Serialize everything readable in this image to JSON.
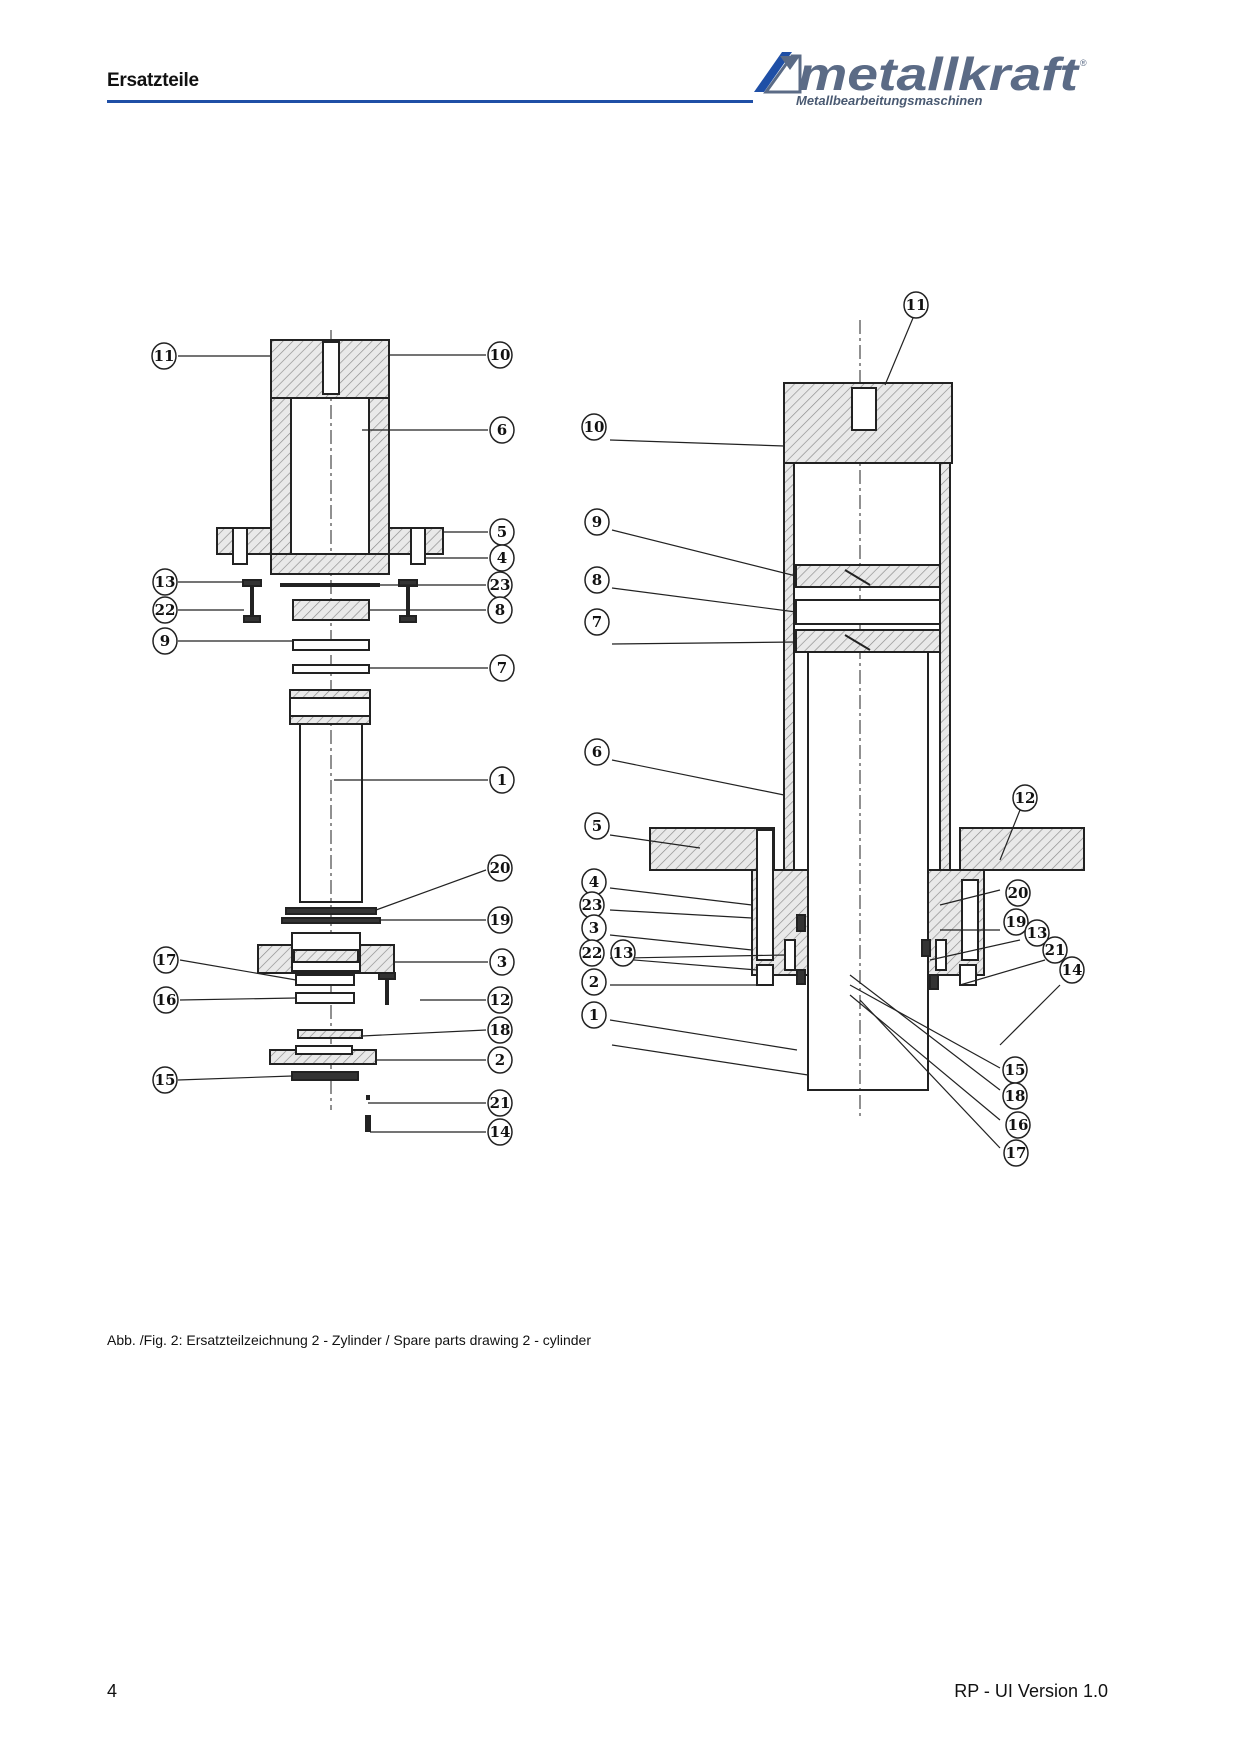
{
  "header": {
    "title": "Ersatzteile",
    "brand_name": "metallkraft",
    "brand_tagline": "Metallbearbeitungsmaschinen"
  },
  "colors": {
    "rule": "#1f4fa6",
    "logo_text": "#5b6b86",
    "logo_mark_blue": "#1f4fa6",
    "drawing_line": "#222222",
    "hatch": "#8a8a8a"
  },
  "figure": {
    "caption": "Abb. /Fig. 2: Ersatzteilzeichnung 2 - Zylinder / Spare parts drawing 2 - cylinder",
    "left_view_callouts": [
      "11",
      "10",
      "6",
      "5",
      "4",
      "13",
      "23",
      "22",
      "8",
      "9",
      "7",
      "1",
      "20",
      "19",
      "17",
      "3",
      "16",
      "12",
      "18",
      "2",
      "15",
      "21",
      "14"
    ],
    "right_view_callouts": [
      "11",
      "10",
      "9",
      "8",
      "7",
      "6",
      "12",
      "5",
      "4",
      "20",
      "23",
      "19",
      "3",
      "13",
      "22",
      "13",
      "21",
      "14",
      "2",
      "1",
      "15",
      "18",
      "16",
      "17"
    ]
  },
  "footer": {
    "page_number": "4",
    "version": "RP - UI Version 1.0"
  }
}
